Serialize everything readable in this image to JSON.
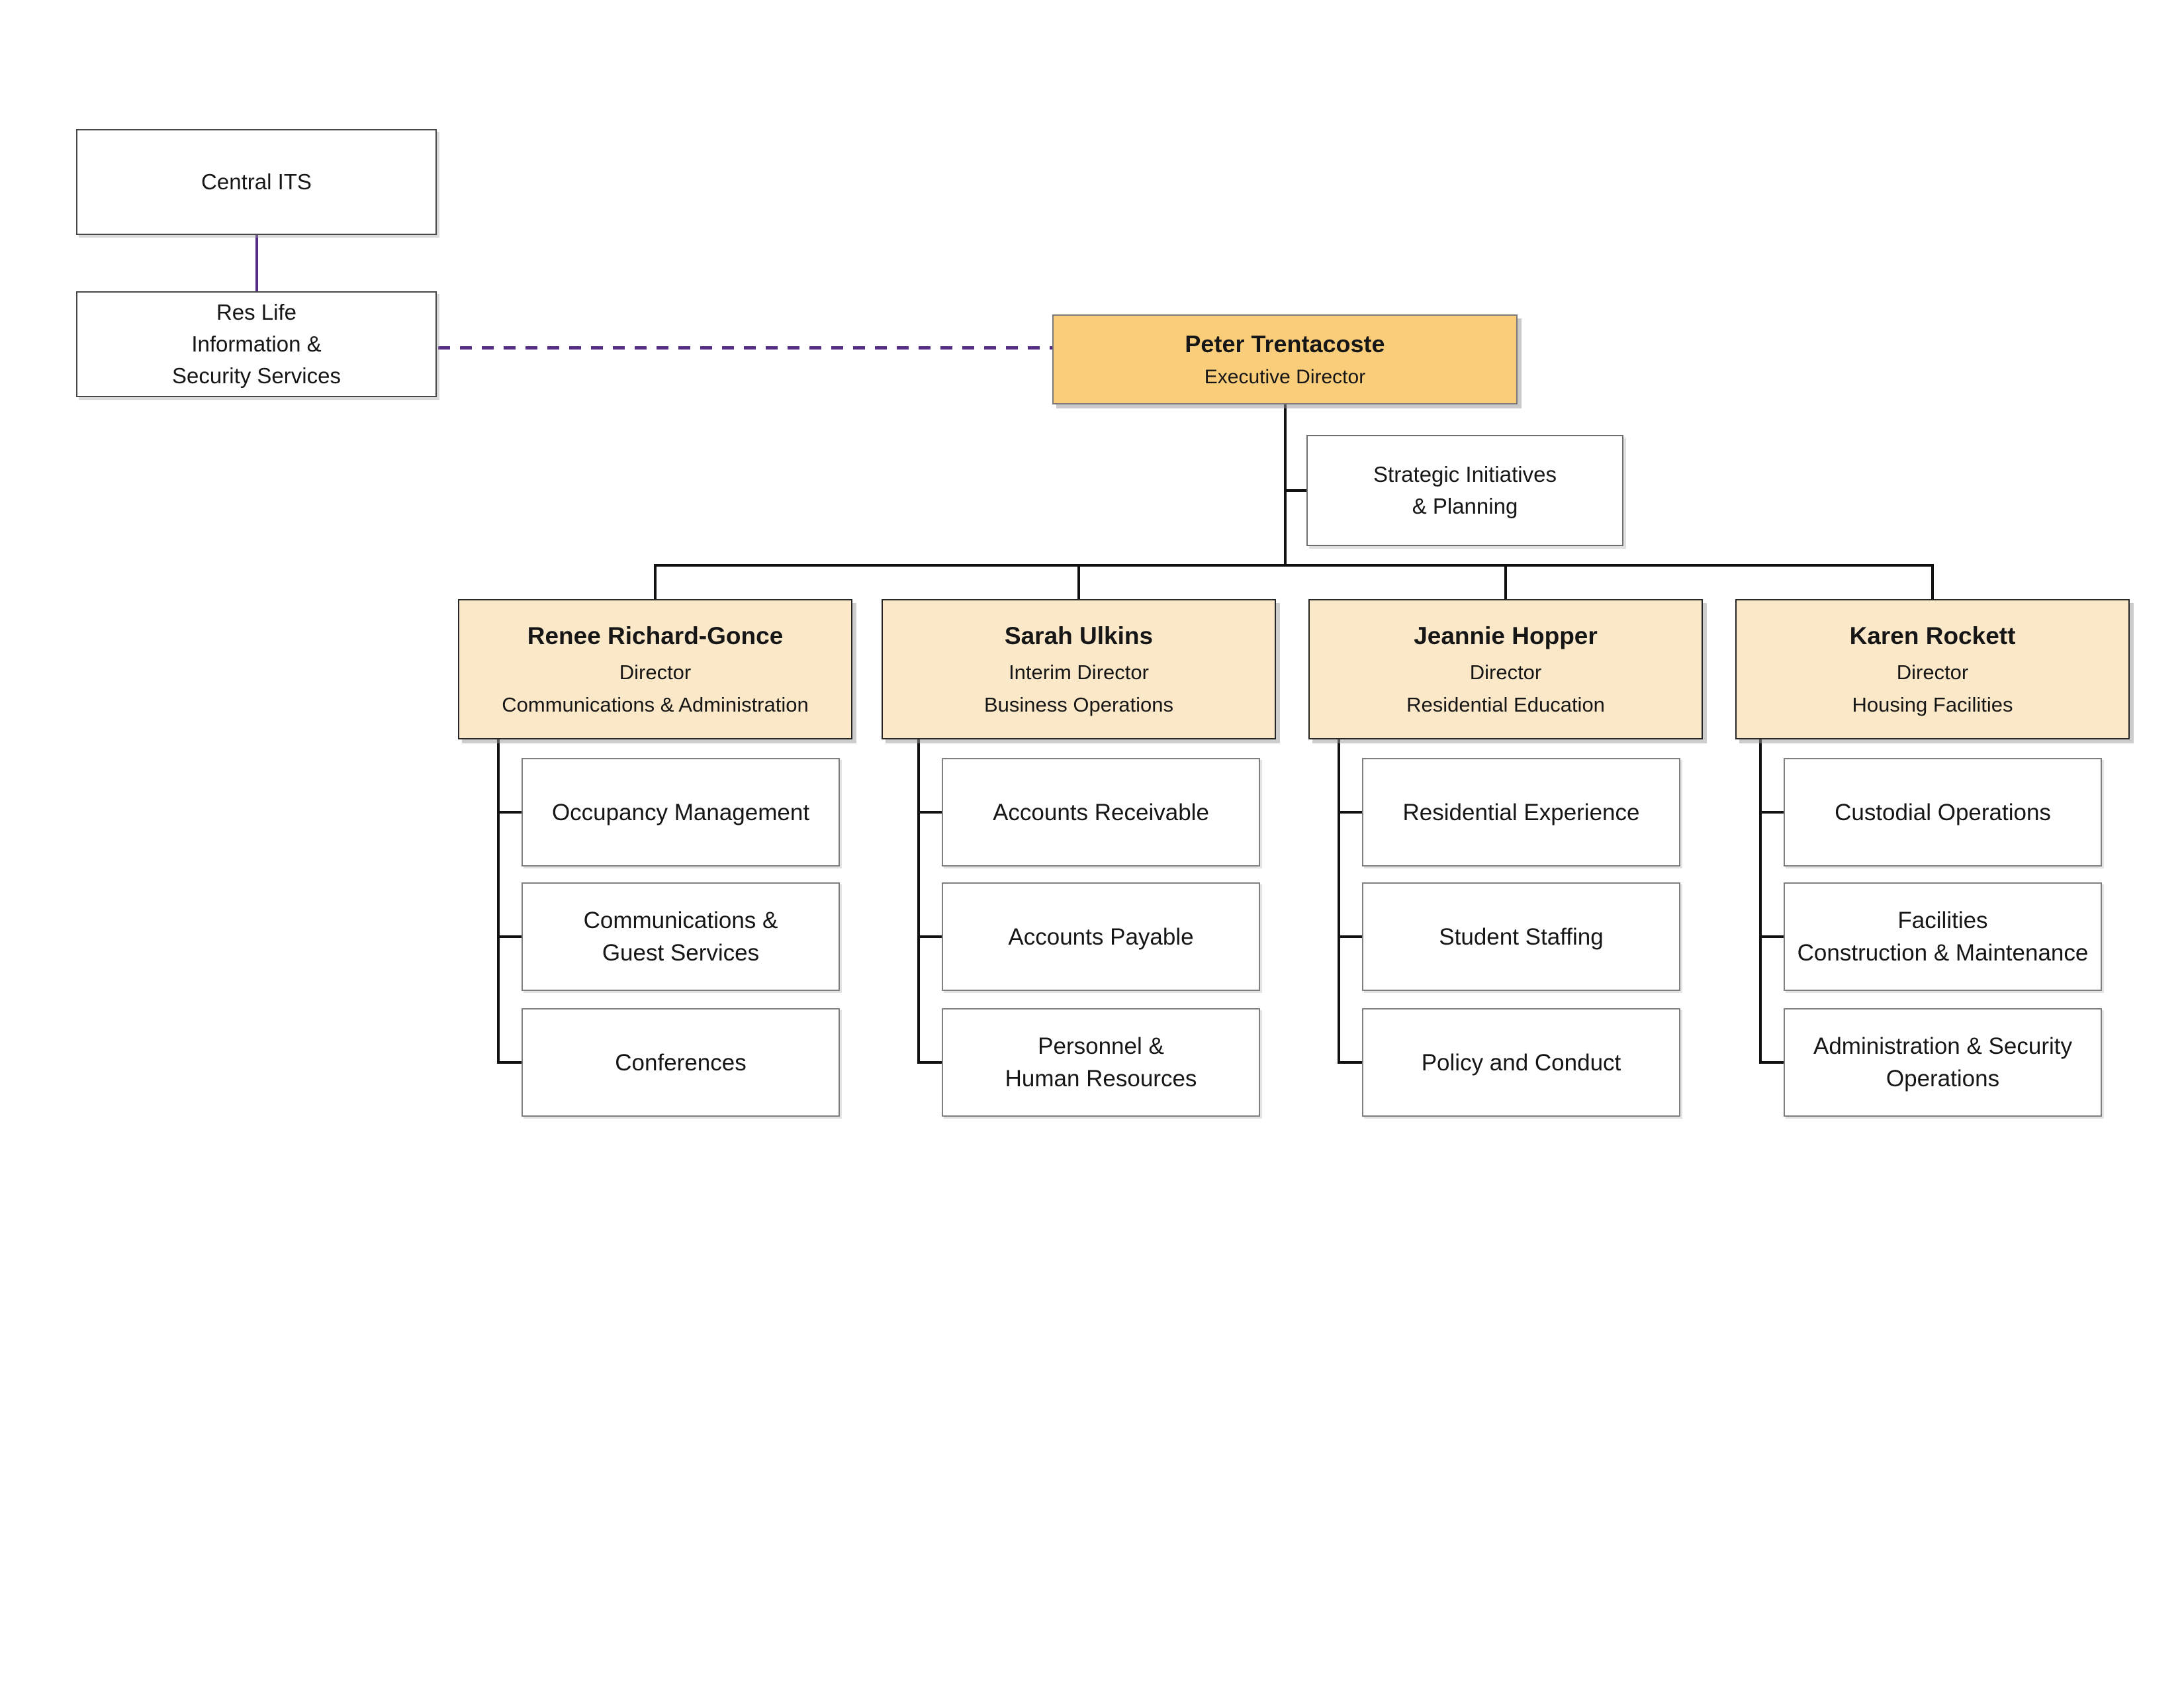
{
  "nodes": {
    "central_its": {
      "label": "Central ITS"
    },
    "res_life": {
      "label": "Res Life\nInformation &\nSecurity Services"
    },
    "executive": {
      "name": "Peter Trentacoste",
      "title": "Executive Director"
    },
    "strategic": {
      "label": "Strategic Initiatives\n& Planning"
    },
    "directors": [
      {
        "name": "Renee Richard-Gonce",
        "title": "Director",
        "department": "Communications & Administration",
        "reports": [
          "Occupancy Management",
          "Communications &\nGuest Services",
          "Conferences"
        ]
      },
      {
        "name": "Sarah Ulkins",
        "title": "Interim Director",
        "department": "Business Operations",
        "reports": [
          "Accounts Receivable",
          "Accounts Payable",
          "Personnel &\nHuman Resources"
        ]
      },
      {
        "name": "Jeannie Hopper",
        "title": "Director",
        "department": "Residential Education",
        "reports": [
          "Residential Experience",
          "Student Staffing",
          "Policy and Conduct"
        ]
      },
      {
        "name": "Karen Rockett",
        "title": "Director",
        "department": "Housing Facilities",
        "reports": [
          "Custodial Operations",
          "Facilities\nConstruction & Maintenance",
          "Administration & Security\nOperations"
        ]
      }
    ]
  },
  "colors": {
    "executive_fill": "#FACD7B",
    "director_fill": "#FAE8C9",
    "dashed_line_purple": "#552C85",
    "connector_line": "#111111"
  }
}
